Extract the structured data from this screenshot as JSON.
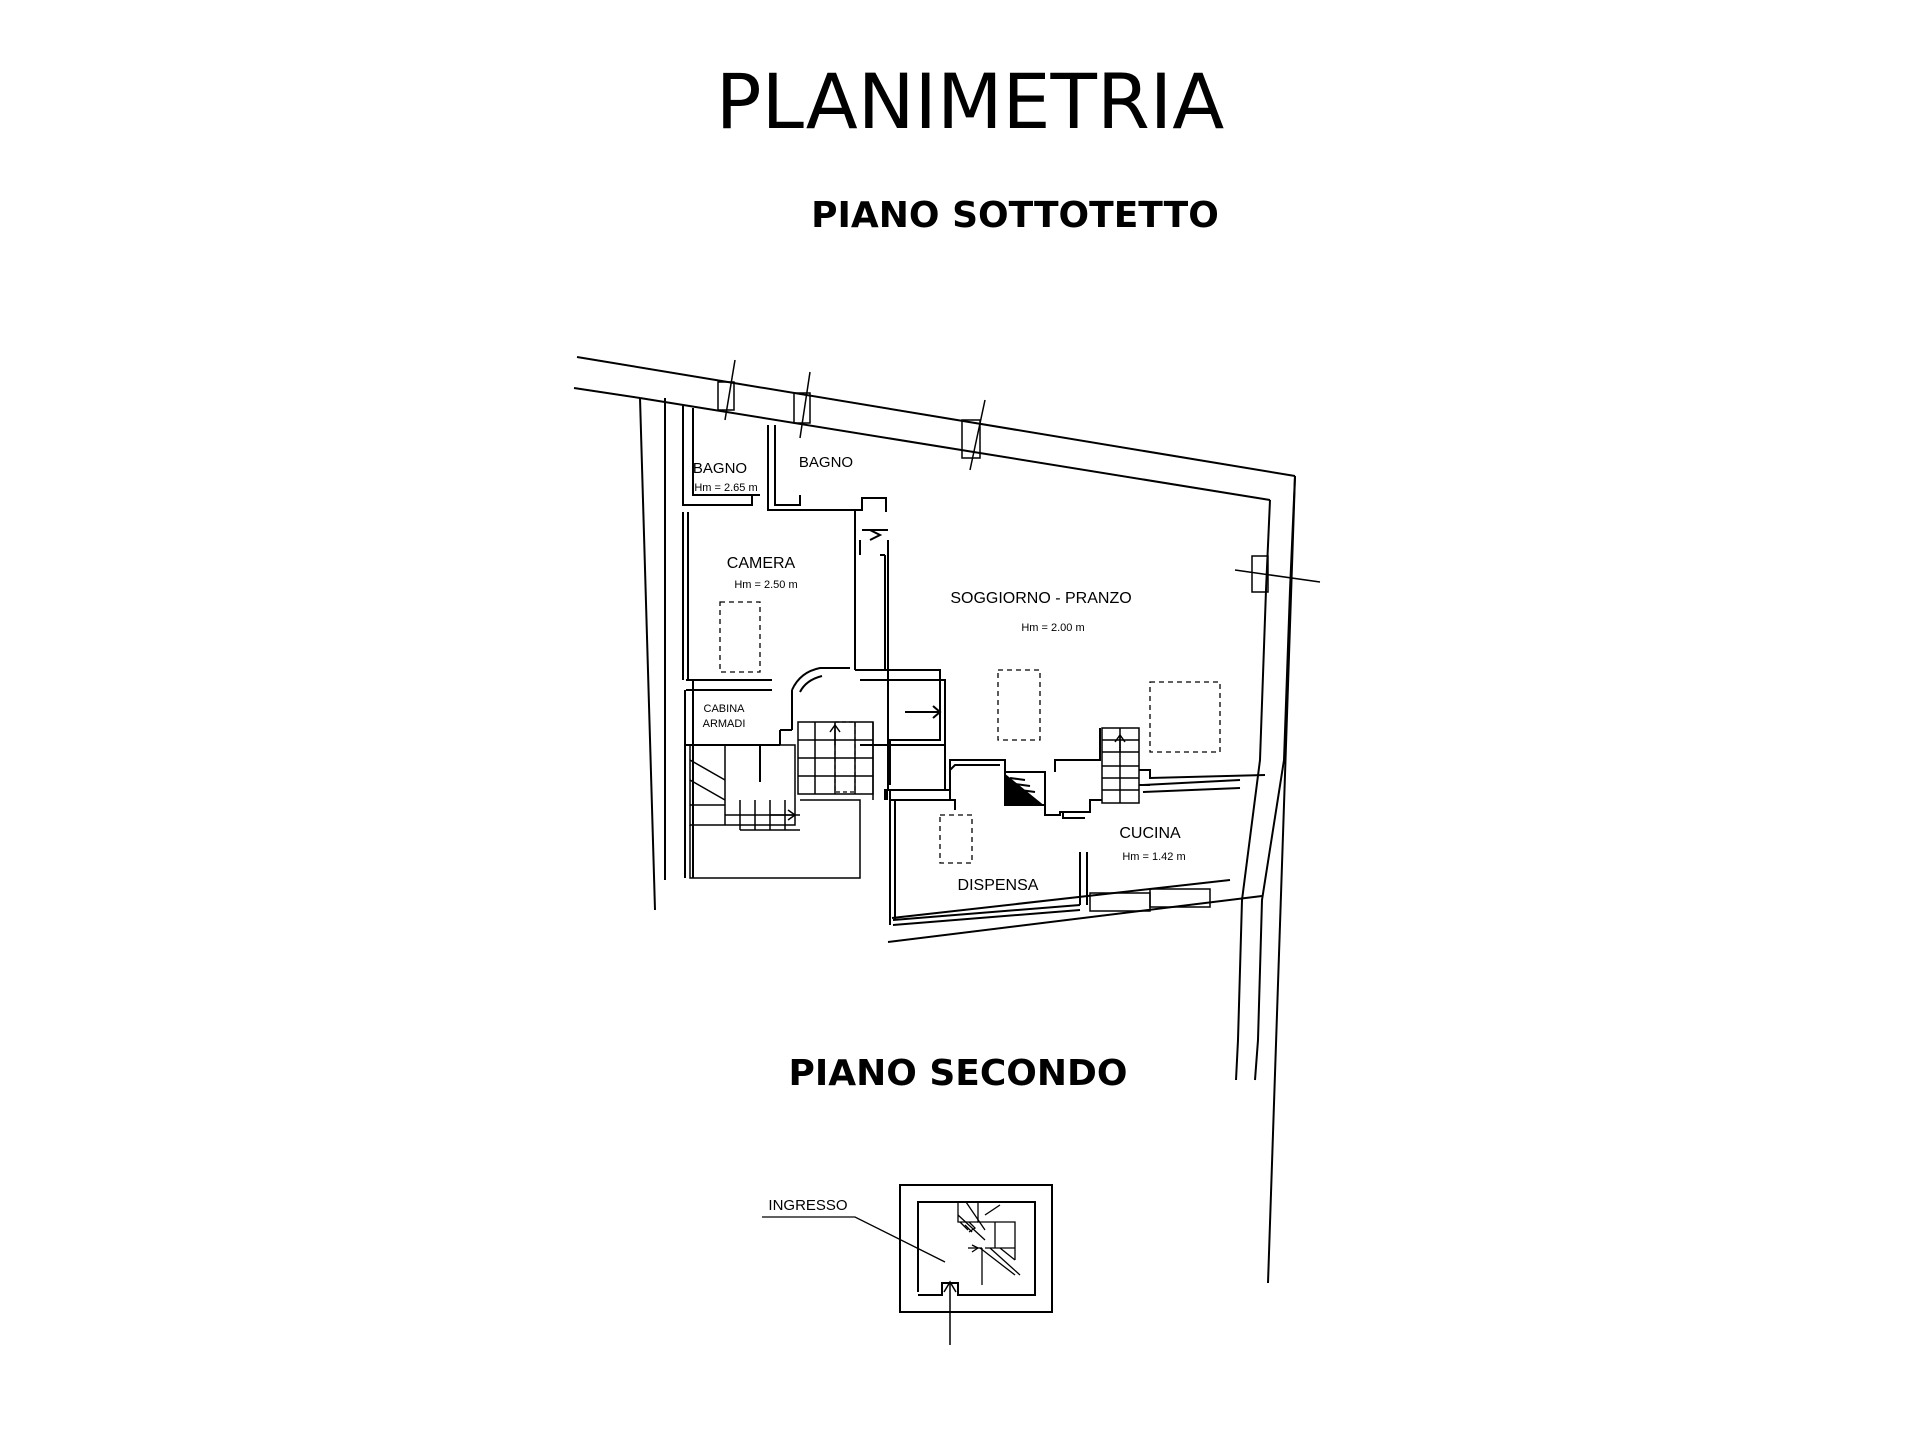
{
  "title": "PLANIMETRIA",
  "floors": {
    "upper": {
      "name": "PIANO SOTTOTETTO",
      "rooms": {
        "bagno1": {
          "name": "BAGNO",
          "height": "Hm = 2.65 m"
        },
        "bagno2": {
          "name": "BAGNO"
        },
        "camera": {
          "name": "CAMERA",
          "height": "Hm = 2.50 m"
        },
        "cabina_line1": "CABINA",
        "cabina_line2": "ARMADI",
        "soggiorno": {
          "name": "SOGGIORNO - PRANZO",
          "height": "Hm = 2.00 m"
        },
        "cucina": {
          "name": "CUCINA",
          "height": "Hm = 1.42 m"
        },
        "dispensa": {
          "name": "DISPENSA"
        }
      }
    },
    "lower": {
      "name": "PIANO SECONDO",
      "rooms": {
        "ingresso": {
          "name": "INGRESSO"
        }
      }
    }
  }
}
